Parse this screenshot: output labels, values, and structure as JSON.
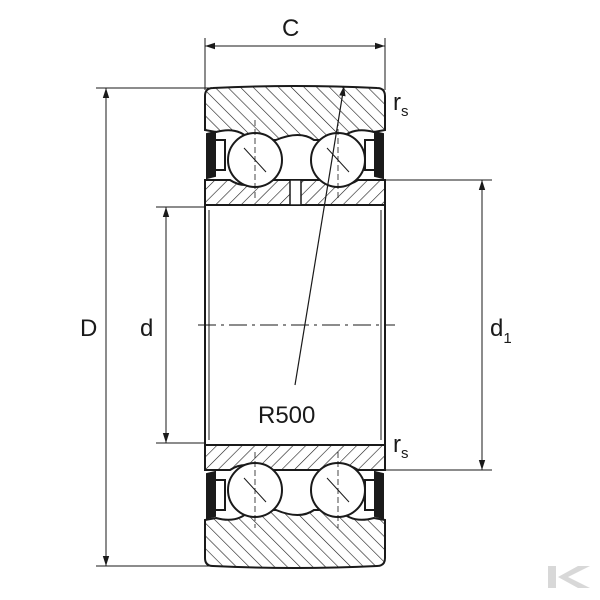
{
  "labels": {
    "C": "C",
    "D": "D",
    "d": "d",
    "d1_main": "d",
    "d1_sub": "1",
    "rs_top_main": "r",
    "rs_top_sub": "s",
    "rs_bottom_main": "r",
    "rs_bottom_sub": "s",
    "radius": "R500"
  },
  "colors": {
    "line": "#1a1a1a",
    "hatch": "#1a1a1a",
    "fill": "#ffffff",
    "logo": "#d8d8d8"
  },
  "logo": {
    "name": "brand-k-logo"
  }
}
